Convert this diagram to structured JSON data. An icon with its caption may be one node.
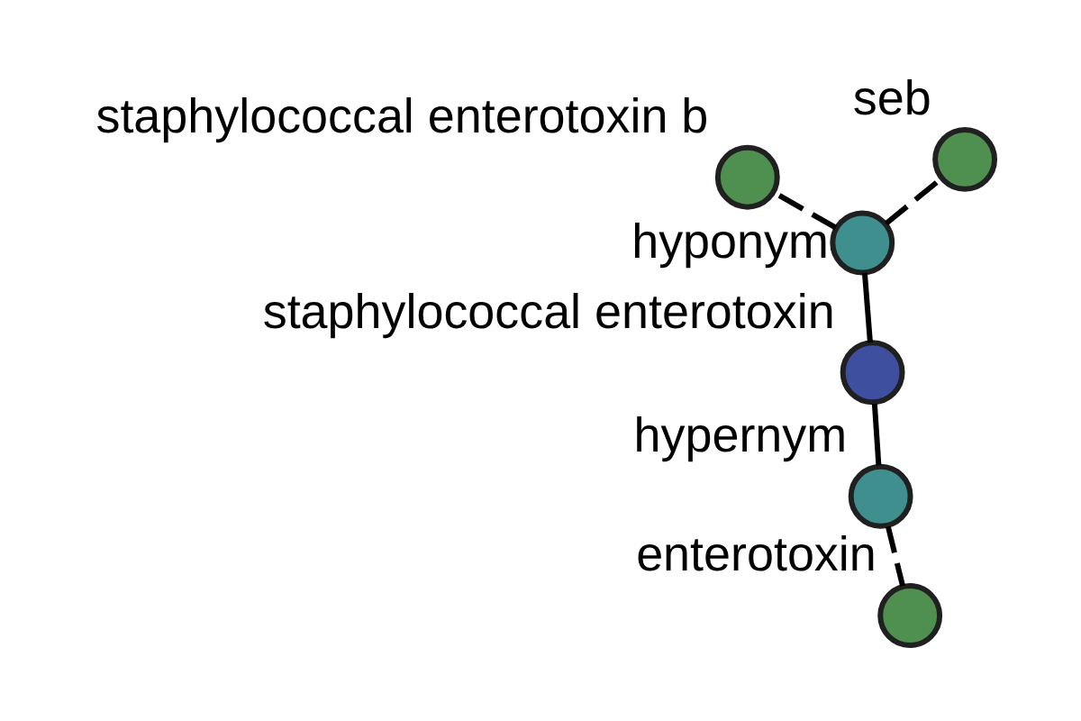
{
  "diagram": {
    "nodes": [
      {
        "text": [],
        "shape": "circle",
        "beside": [
          "hypernym"
        ]
      },
      {
        "text": [],
        "shape": "circle",
        "beside": [
          "enterotoxin"
        ]
      },
      {
        "text": [],
        "shape": "circle",
        "beside": [
          "staphylococcal enterotoxin"
        ]
      },
      {
        "text": [],
        "shape": "circle",
        "beside": [
          "hyponym"
        ]
      },
      {
        "text": [],
        "shape": "circle",
        "beside": [
          "seb"
        ]
      },
      {
        "text": [],
        "shape": "circle",
        "beside": [
          "staphylococcal enterotoxin b"
        ]
      }
    ],
    "edges": [
      {
        "from": 2,
        "to": 0,
        "arrow": "none"
      },
      {
        "from": 0,
        "to": 1,
        "arrow": "none",
        "style": "dashed"
      },
      {
        "from": 2,
        "to": 3,
        "arrow": "none"
      },
      {
        "from": 3,
        "to": 4,
        "arrow": "none",
        "style": "dashed"
      },
      {
        "from": 3,
        "to": 5,
        "arrow": "none",
        "style": "dashed"
      }
    ]
  }
}
